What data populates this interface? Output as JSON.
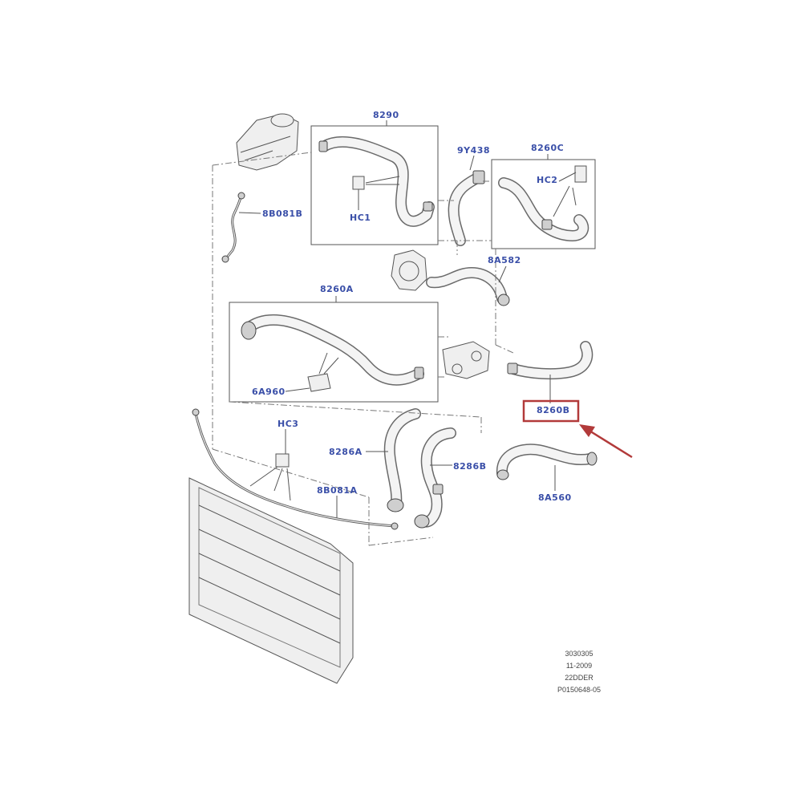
{
  "diagram": {
    "labels": {
      "p8290": "8290",
      "p9y438": "9Y438",
      "p8260c": "8260C",
      "hc2": "HC2",
      "hc1": "HC1",
      "p8b081b": "8B081B",
      "p8a582": "8A582",
      "p8260a": "8260A",
      "p6a960": "6A960",
      "p8260b": "8260B",
      "hc3": "HC3",
      "p8286a": "8286A",
      "p8286b": "8286B",
      "p8b081a": "8B081A",
      "p8a560": "8A560"
    },
    "highlight": {
      "color": "#b23a3a"
    },
    "reference": {
      "line1": "3030305",
      "line2": "11-2009",
      "line3": "22DDER",
      "line4": "P0150648-05"
    },
    "colors": {
      "label": "#3a4fa8",
      "line": "#555555"
    }
  }
}
